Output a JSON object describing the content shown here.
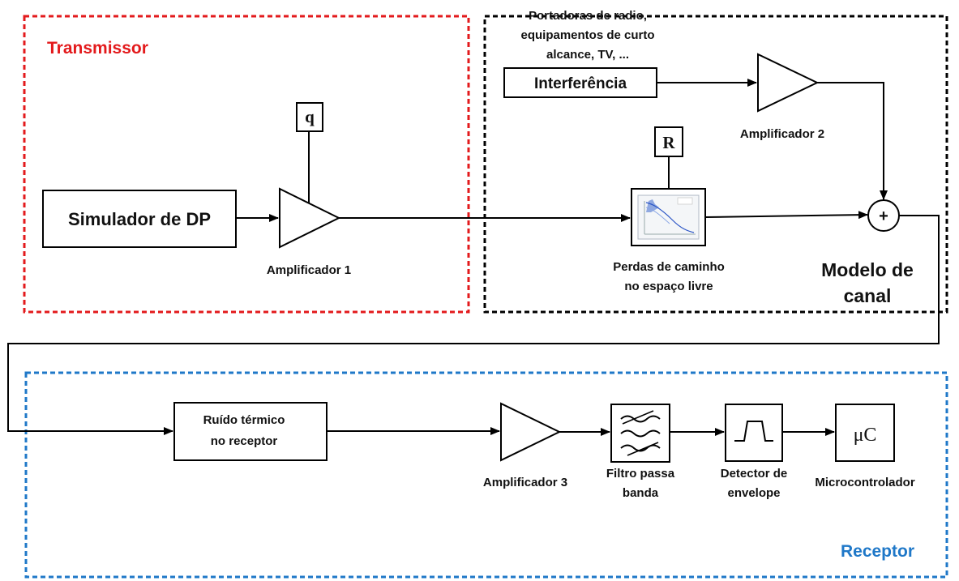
{
  "groups": {
    "transmitter": {
      "label": "Transmissor",
      "color": "#e31a1c"
    },
    "channel": {
      "label_line1": "Modelo de",
      "label_line2": "canal",
      "color": "#000000"
    },
    "receiver": {
      "label": "Receptor",
      "color": "#1f78c8"
    }
  },
  "blocks": {
    "pd_simulator": {
      "label": "Simulador de DP"
    },
    "q_param": {
      "label": "q"
    },
    "amp1": {
      "label": "Amplificador 1"
    },
    "interference_sources": {
      "line1": "Portadoras de radio,",
      "line2": "equipamentos de curto",
      "line3": "alcance, TV, ..."
    },
    "interference": {
      "label": "Interferência"
    },
    "amp2": {
      "label": "Amplificador 2"
    },
    "r_param": {
      "label": "R"
    },
    "path_loss": {
      "line1": "Perdas de caminho",
      "line2": "no espaço livre"
    },
    "summer": {
      "symbol": "+"
    },
    "thermal_noise": {
      "line1": "Ruído térmico",
      "line2": "no receptor"
    },
    "amp3": {
      "label": "Amplificador 3"
    },
    "bandpass": {
      "line1": "Filtro passa",
      "line2": "banda"
    },
    "envelope": {
      "line1": "Detector de",
      "line2": "envelope"
    },
    "mcu": {
      "symbol": "μC",
      "label": "Microcontrolador"
    }
  },
  "icons": {
    "amplifier": "triangle-amplifier-icon",
    "filter": "bandpass-filter-icon",
    "envelope": "pulse-envelope-icon",
    "path_loss": "path-loss-plot-icon"
  }
}
